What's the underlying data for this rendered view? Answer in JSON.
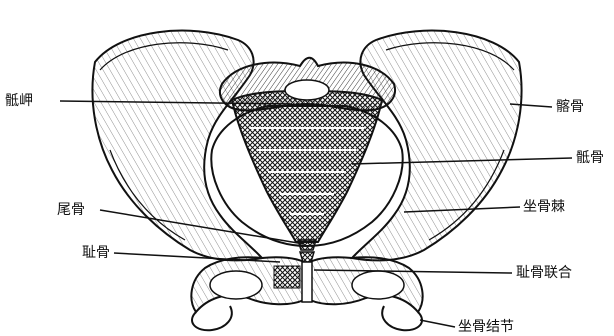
{
  "diagram": {
    "labels": {
      "sacral_promontory": "骶岬",
      "ilium": "髂骨",
      "sacrum": "骶骨",
      "coccyx": "尾骨",
      "ischial_spine": "坐骨棘",
      "pubis": "耻骨",
      "pubic_symphysis": "耻骨联合",
      "ischial_tuberosity": "坐骨结节"
    },
    "colors": {
      "ink": "#111111",
      "paper": "#ffffff"
    }
  }
}
